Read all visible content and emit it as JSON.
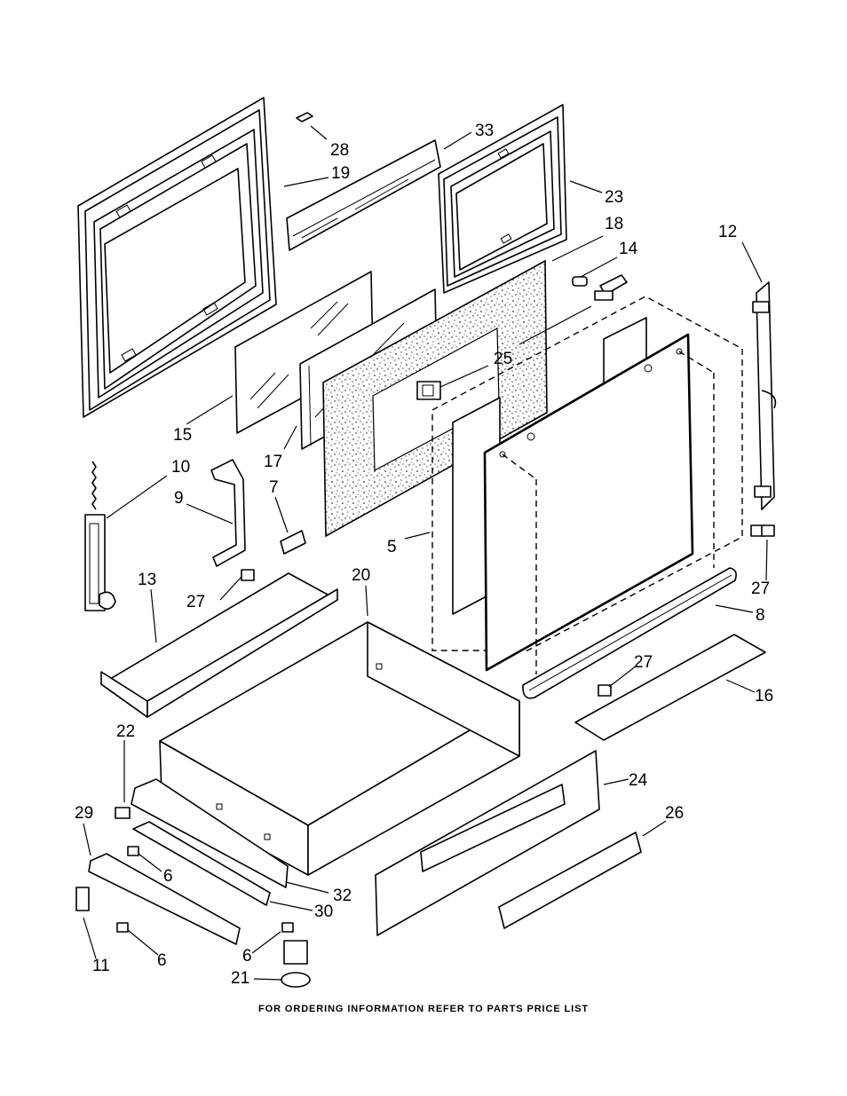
{
  "footer": {
    "note": "FOR ORDERING INFORMATION REFER TO PARTS PRICE LIST"
  },
  "callouts": [
    {
      "id": "28",
      "label": "28"
    },
    {
      "id": "33",
      "label": "33"
    },
    {
      "id": "19",
      "label": "19"
    },
    {
      "id": "23",
      "label": "23"
    },
    {
      "id": "18",
      "label": "18"
    },
    {
      "id": "14",
      "label": "14"
    },
    {
      "id": "12",
      "label": "12"
    },
    {
      "id": "25",
      "label": "25"
    },
    {
      "id": "15",
      "label": "15"
    },
    {
      "id": "17",
      "label": "17"
    },
    {
      "id": "10",
      "label": "10"
    },
    {
      "id": "9",
      "label": "9"
    },
    {
      "id": "7",
      "label": "7"
    },
    {
      "id": "5",
      "label": "5"
    },
    {
      "id": "27a",
      "label": "27"
    },
    {
      "id": "27b",
      "label": "27"
    },
    {
      "id": "13",
      "label": "13"
    },
    {
      "id": "20",
      "label": "20"
    },
    {
      "id": "8",
      "label": "8"
    },
    {
      "id": "27c",
      "label": "27"
    },
    {
      "id": "16",
      "label": "16"
    },
    {
      "id": "22",
      "label": "22"
    },
    {
      "id": "24",
      "label": "24"
    },
    {
      "id": "29",
      "label": "29"
    },
    {
      "id": "26",
      "label": "26"
    },
    {
      "id": "6a",
      "label": "6"
    },
    {
      "id": "32",
      "label": "32"
    },
    {
      "id": "30",
      "label": "30"
    },
    {
      "id": "11",
      "label": "11"
    },
    {
      "id": "6b",
      "label": "6"
    },
    {
      "id": "6c",
      "label": "6"
    },
    {
      "id": "21",
      "label": "21"
    }
  ]
}
